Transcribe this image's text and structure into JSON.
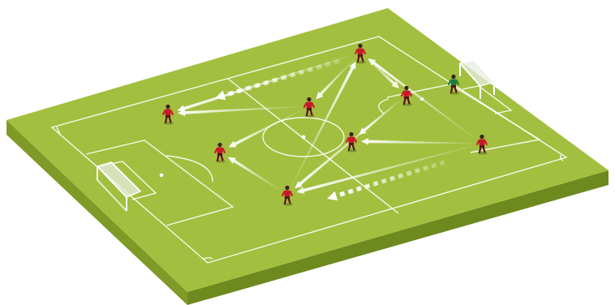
{
  "diagram": {
    "colors": {
      "pitch_top": "#a3bf3f",
      "pitch_side_left": "#7f9a27",
      "pitch_side_front": "#6e8a1f",
      "line": "#ffffff",
      "player_red": "#c8192a",
      "player_dark": "#5a1418",
      "keeper_green": "#1e7a3c",
      "pass_arrow": "#ffffff",
      "run_arrow": "#ffffff"
    },
    "players": [
      {
        "id": "p1",
        "team": "red"
      },
      {
        "id": "p2",
        "team": "red"
      },
      {
        "id": "p3",
        "team": "red"
      },
      {
        "id": "p4",
        "team": "red"
      },
      {
        "id": "p5",
        "team": "red"
      },
      {
        "id": "p6",
        "team": "red"
      },
      {
        "id": "p7",
        "team": "red"
      },
      {
        "id": "p8",
        "team": "red"
      },
      {
        "id": "gk",
        "team": "keeper"
      }
    ],
    "passes": [
      {
        "from": "p4",
        "to": "p1"
      },
      {
        "from": "p4",
        "to": "p3"
      },
      {
        "from": "p4",
        "to": "p2"
      },
      {
        "from": "p3",
        "to": "p5"
      },
      {
        "from": "p3",
        "to": "p1"
      },
      {
        "from": "p2",
        "to": "p6"
      },
      {
        "from": "p2",
        "to": "p8"
      },
      {
        "from": "p7",
        "to": "p6"
      },
      {
        "from": "p7",
        "to": "p8"
      },
      {
        "from": "p7",
        "to": "p4"
      },
      {
        "from": "p8",
        "to": "p5"
      },
      {
        "from": "p8",
        "to": "p4"
      }
    ],
    "runs": [
      {
        "id": "run-top"
      },
      {
        "id": "run-bottom"
      }
    ]
  }
}
